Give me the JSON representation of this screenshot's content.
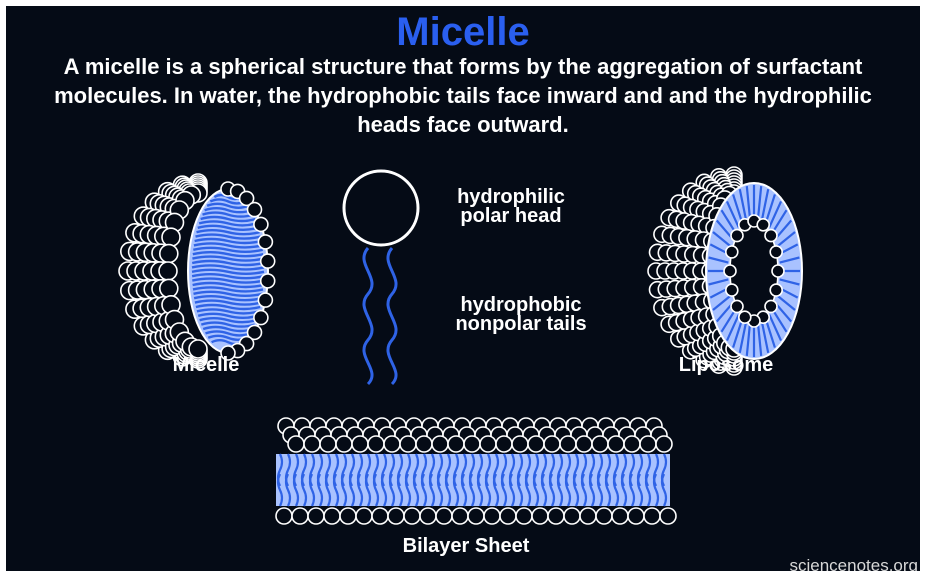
{
  "title": "Micelle",
  "description": "A micelle is a spherical structure that forms by the aggregation of surfactant molecules. In water, the hydrophobic tails face inward and and the hydrophilic heads face outward.",
  "labels": {
    "head_line1": "hydrophilic",
    "head_line2": "polar head",
    "tail_line1": "hydrophobic",
    "tail_line2": "nonpolar tails",
    "micelle": "Micelle",
    "liposome": "Liposome",
    "bilayer": "Bilayer Sheet"
  },
  "credit": "sciencenotes.org",
  "colors": {
    "background": "#050b16",
    "title": "#2a5ff0",
    "tail_blue": "#2f63e6",
    "core_light": "#a9c2ff",
    "head_outline": "#ffffff"
  }
}
